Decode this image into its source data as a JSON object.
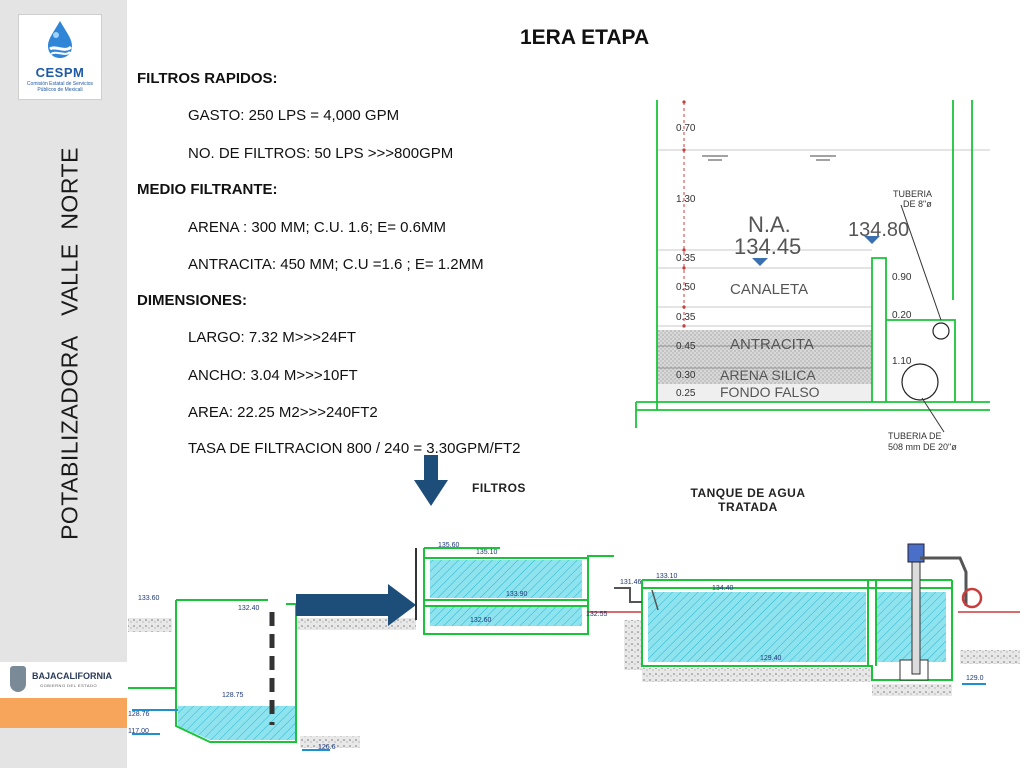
{
  "sidebar": {
    "logo": {
      "name": "CESPM",
      "subtitle": "Comisión Estatal de Servicios Públicos de Mexicali"
    },
    "vertical_title": "POTABILIZADORA   VALLE  NORTE",
    "footer_logo": {
      "name": "BAJACALIFORNIA",
      "subtitle": "GOBIERNO DEL ESTADO"
    }
  },
  "heading": "1ERA ETAPA",
  "specs": [
    {
      "text": "FILTROS RAPIDOS:",
      "bold": true
    },
    {
      "text": "GASTO: 250 LPS = 4,000 GPM",
      "bold": false
    },
    {
      "text": "NO. DE FILTROS: 50 LPS >>>800GPM",
      "bold": false
    },
    {
      "text": "MEDIO FILTRANTE:",
      "bold": true
    },
    {
      "text": "ARENA : 300 MM; C.U. 1.6; E= 0.6MM",
      "bold": false
    },
    {
      "text": "ANTRACITA: 450 MM; C.U =1.6 ; E= 1.2MM",
      "bold": false
    },
    {
      "text": "DIMENSIONES:",
      "bold": true
    },
    {
      "text": "LARGO: 7.32 M>>>24FT",
      "bold": false
    },
    {
      "text": "ANCHO: 3.04 M>>>10FT",
      "bold": false
    },
    {
      "text": "AREA: 22.25 M2>>>240FT2",
      "bold": false
    },
    {
      "text": "TASA DE FILTRACION 800 / 240 =  3.30GPM/FT2",
      "bold": false
    }
  ],
  "section": {
    "dims": [
      "0.70",
      "1.30",
      "0.35",
      "0.50",
      "0.35",
      "0.45",
      "0.30",
      "0.25"
    ],
    "na_label": "N.A.",
    "na_value": "134.45",
    "level_value": "134.80",
    "pipe_top_1": "TUBERIA",
    "pipe_top_2": "DE  8\"ø",
    "pipe_bottom_1": "TUBERIA  DE",
    "pipe_bottom_2": "508  mm  DE  20\"ø",
    "canaleta": "CANALETA",
    "antracita": "ANTRACITA",
    "arena": "ARENA  SILICA",
    "fondo": "FONDO  FALSO",
    "dim_090": "0.90",
    "dim_020": "0.20",
    "dim_110": "1.10"
  },
  "plant": {
    "filtros_label": "FILTROS",
    "tanque_label_1": "TANQUE DE AGUA",
    "tanque_label_2": "TRATADA",
    "levels": {
      "left_top": "133.60",
      "left_mid": "132.40",
      "left_water": "128.75",
      "left_side": "128.76",
      "left_bottom": "117.00",
      "left_right": "126.6",
      "f_top1": "135.60",
      "f_top2": "135.10",
      "f_mid": "133.90",
      "f_low": "132.60",
      "f_out": "132.55",
      "f_pipe": "131.46",
      "t_top1": "133.10",
      "t_top2": "134.40",
      "t_water": "129.40",
      "t_right": "129.0"
    }
  },
  "colors": {
    "cad_green": "#19c43a",
    "water": "#8fe3ef",
    "water_hatch": "#28b8cf",
    "arrow_blue": "#1d4e7a",
    "dim_red": "#c83c3c",
    "sidebar_bg": "#e4e4e4",
    "orange": "#f6a55a"
  }
}
